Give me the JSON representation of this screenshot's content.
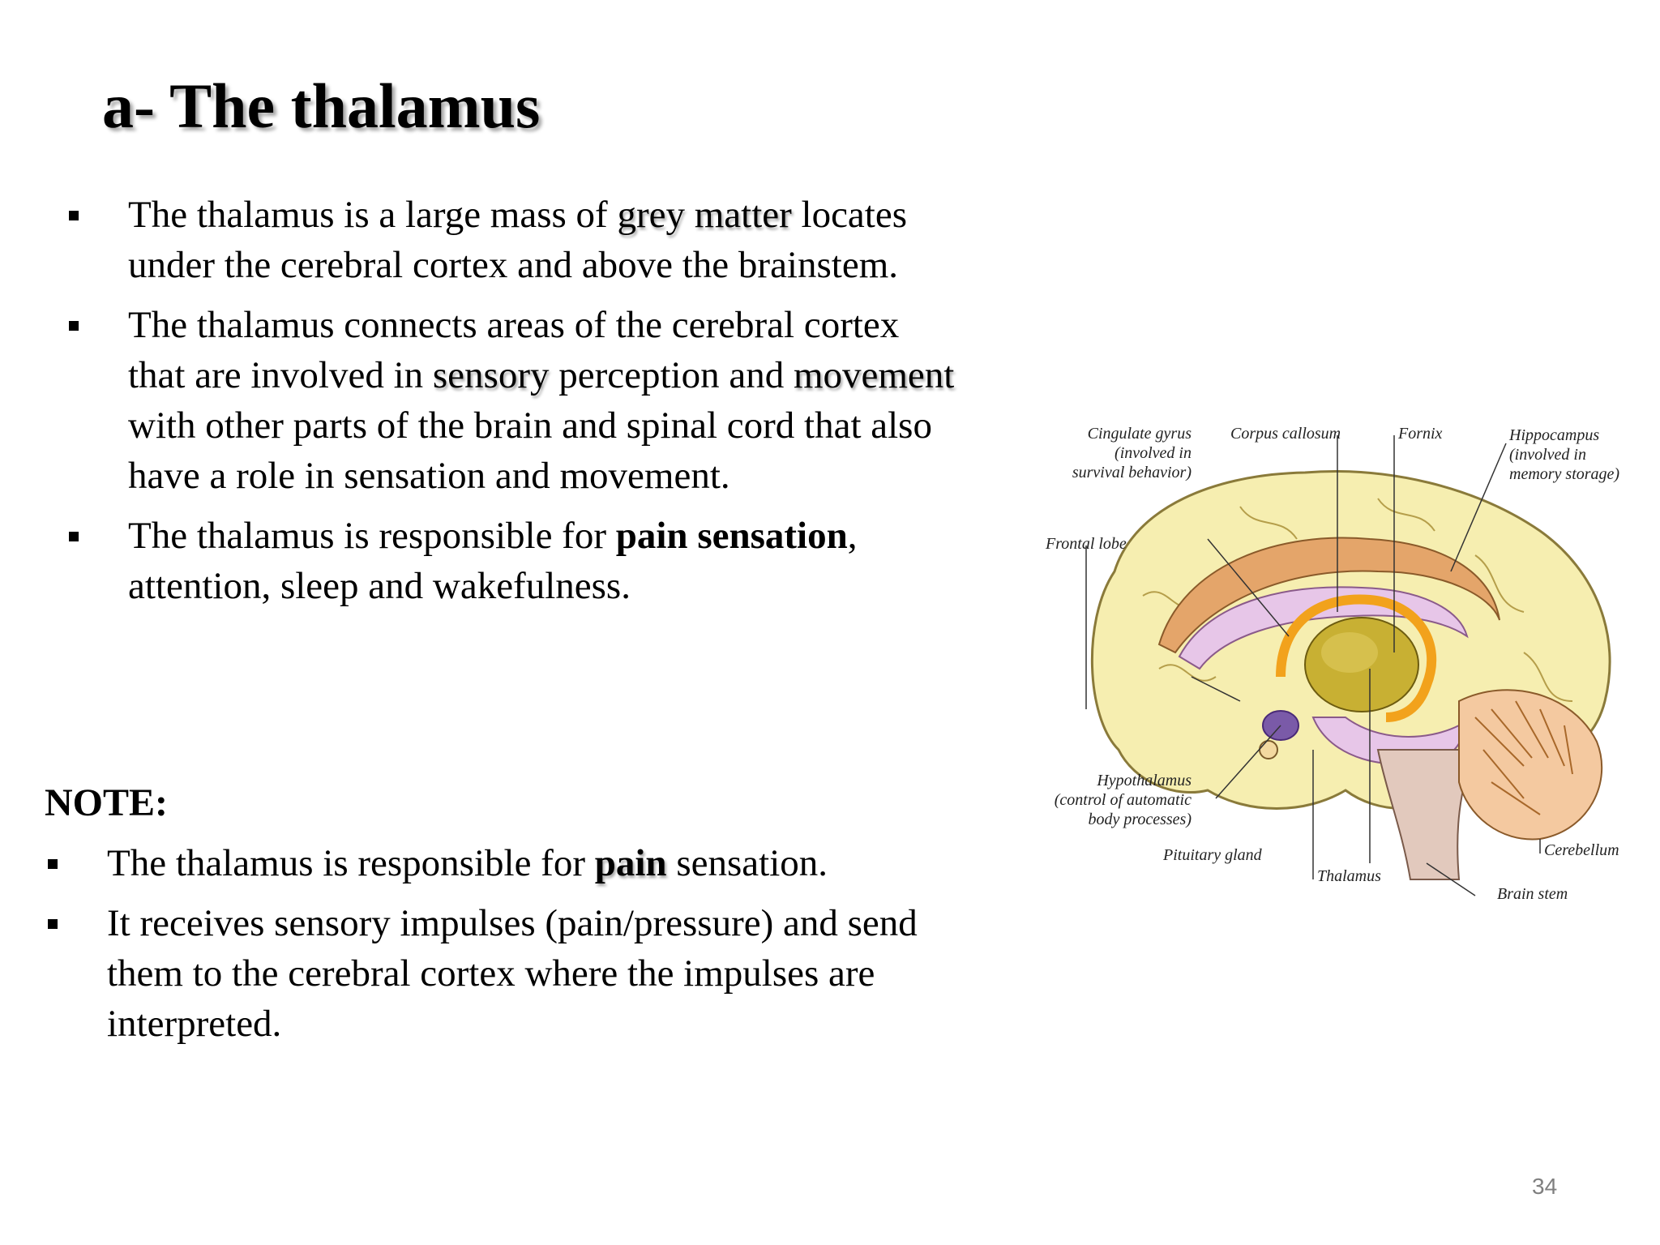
{
  "slide": {
    "title": "a- The thalamus",
    "bullets": [
      {
        "parts": [
          {
            "text": "The thalamus is a large mass of ",
            "style": "normal"
          },
          {
            "text": "grey matter",
            "style": "highlight"
          },
          {
            "text": " locates under the cerebral cortex and above the brainstem.",
            "style": "normal"
          }
        ]
      },
      {
        "parts": [
          {
            "text": "The thalamus connects areas of the cerebral cortex that are involved in ",
            "style": "normal"
          },
          {
            "text": "sensory",
            "style": "highlight"
          },
          {
            "text": " perception and ",
            "style": "normal"
          },
          {
            "text": "movement",
            "style": "highlight"
          },
          {
            "text": " with other parts of the brain and spinal cord that also have a role in sensation and movement.",
            "style": "normal"
          }
        ]
      },
      {
        "parts": [
          {
            "text": "The thalamus is responsible for ",
            "style": "normal"
          },
          {
            "text": "pain sensation",
            "style": "bold"
          },
          {
            "text": ", attention, sleep and wakefulness.",
            "style": "normal"
          }
        ]
      }
    ],
    "note_heading": "NOTE:",
    "note_bullets": [
      {
        "parts": [
          {
            "text": "The thalamus is responsible for ",
            "style": "normal"
          },
          {
            "text": "pain",
            "style": "highlight-bold"
          },
          {
            "text": " sensation.",
            "style": "normal"
          }
        ]
      },
      {
        "parts": [
          {
            "text": "It receives sensory impulses (pain/pressure) and send them to the cerebral cortex where the impulses are interpreted.",
            "style": "normal"
          }
        ]
      }
    ],
    "page_number": "34"
  },
  "figure": {
    "labels": {
      "cingulate_1": "Cingulate gyrus",
      "cingulate_2": "(involved in",
      "cingulate_3": "survival behavior)",
      "corpus_callosum": "Corpus callosum",
      "fornix": "Fornix",
      "hippocampus_1": "Hippocampus",
      "hippocampus_2": "(involved in",
      "hippocampus_3": "memory storage)",
      "frontal_lobe": "Frontal lobe",
      "hypothalamus_1": "Hypothalamus",
      "hypothalamus_2": "(control of automatic",
      "hypothalamus_3": "body processes)",
      "pituitary": "Pituitary gland",
      "thalamus": "Thalamus",
      "cerebellum": "Cerebellum",
      "brain_stem": "Brain stem"
    },
    "colors": {
      "cortex": "#f6eeb0",
      "cortex_outline": "#8a7a3a",
      "corpus_callosum": "#e4a56a",
      "lateral_ventricle": "#e7c6e8",
      "thalamus": "#c8b033",
      "fornix": "#f2a21c",
      "cerebellum": "#f4c9a0",
      "brain_stem": "#e2c9bd",
      "hypothalamus": "#7a5aa8"
    }
  }
}
